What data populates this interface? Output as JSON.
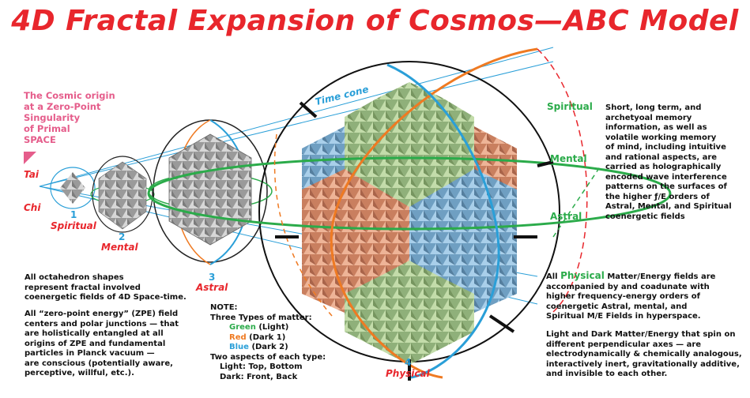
{
  "title": "4D Fractal Expansion of Cosmos—ABC Model",
  "origin_text": [
    "The Cosmic origin",
    "at a Zero-Point",
    "Singularity",
    "of Primal",
    "SPACE"
  ],
  "tai": "Tai",
  "chi": "Chi",
  "stages": [
    {
      "num": "1",
      "label": "Spiritual"
    },
    {
      "num": "2",
      "label": "Mental"
    },
    {
      "num": "3",
      "label": "Astral"
    },
    {
      "num": "4",
      "label": "Physical"
    }
  ],
  "time_cone": "Time cone",
  "side_labels": {
    "spiritual": "Spiritual",
    "mental": "Mental",
    "astral": "Astral"
  },
  "memory_text": [
    "Short, long term, and",
    "archetyoal memory",
    "information, as well as",
    "volatile working memory",
    "of mind, including intuitive",
    "and rational aspects, are",
    "carried as holographically",
    "encoded wave interference",
    "patterns on the surfaces of",
    "the higher ƒ/E orders of",
    "Astral, Mental, and Spiritual",
    "coenergetic fields"
  ],
  "octa_text": [
    "All octahedron shapes",
    "represent fractal involved",
    "coenergetic fields of 4D Space-time."
  ],
  "zpe_text": [
    "All “zero-point energy” (ZPE) field",
    "centers and polar junctions — that",
    "are holistically entangled at all",
    "origins of ZPE and fundamental",
    "particles in Planck vacuum —",
    "are conscious (potentially aware,",
    "perceptive, willful, etc.)."
  ],
  "note": {
    "heading": "NOTE:",
    "types_heading": "Three Types of matter:",
    "green": "Green",
    "green_rest": "(Light)",
    "red": "Red",
    "red_rest": "(Dark 1)",
    "blue": "Blue",
    "blue_rest": "(Dark 2)",
    "aspects_heading": "Two aspects of each type:",
    "light": "Light: Top, Bottom",
    "dark": "Dark: Front, Back"
  },
  "physical_text": {
    "all": "All",
    "physical_word": "Physical",
    "line1_rest": "Matter/Energy fields are",
    "lines": [
      "accompanied by and coadunate with",
      "higher frequency-energy orders of",
      "coenergetic Astral, mental, and",
      "Spiritual M/E Fields in hyperspace."
    ]
  },
  "dark_text": [
    "Light and Dark Matter/Energy that spin on",
    "different perpendicular axes — are",
    "electrodynamically & chemically analogous,",
    "interactively inert,  gravitationally additive,",
    "and invisible to each other."
  ],
  "colors": {
    "green": "#2bab4a",
    "red": "#e8262c",
    "orange": "#ef7a22",
    "blue": "#2a9fd8",
    "pink": "#e55d8b"
  }
}
